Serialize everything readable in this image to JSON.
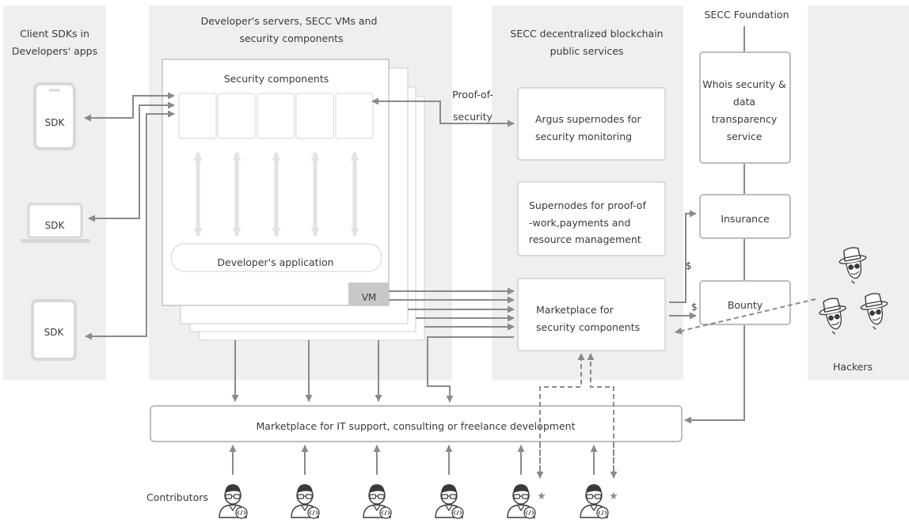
{
  "columns": {
    "client": [
      "Client SDKs in",
      "Developers' apps"
    ],
    "servers": [
      "Developer's servers, SECC VMs and",
      "security components"
    ],
    "blockchain": [
      "SECC decentralized blockchain",
      "public services"
    ],
    "foundation": "SECC Foundation",
    "hackers": "Hackers"
  },
  "sdk_label": "SDK",
  "security_components_label": "Security components",
  "developer_application_label": "Developer's application",
  "vm_label": "VM",
  "proof_of_security": [
    "Proof-of-",
    "security"
  ],
  "services": {
    "argus": [
      "Argus supernodes for",
      "security monitoring"
    ],
    "supernodes": [
      "Supernodes for proof-of",
      "-work,payments and",
      "resource management"
    ],
    "marketplace_security": [
      "Marketplace for",
      "security components"
    ]
  },
  "foundation_services": {
    "whois": [
      "Whois security &",
      "data",
      "transparency",
      "service"
    ],
    "insurance": "Insurance",
    "bounty": "Bounty"
  },
  "payment_symbol": "$",
  "it_marketplace": "Marketplace for IT support, consulting or freelance development",
  "contributors_label": "Contributors",
  "colors": {
    "panel": "#efefef",
    "box_border": "#bdbdbd",
    "arrow": "#8a8a8a",
    "text": "#3a3a3a",
    "vm_badge": "#c8c8c8"
  }
}
